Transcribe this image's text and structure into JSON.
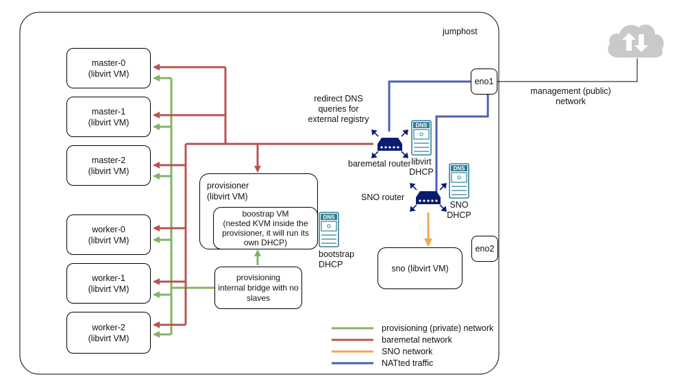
{
  "jumphost": {
    "label": "jumphost"
  },
  "interfaces": {
    "eno1": "eno1",
    "eno2": "eno2"
  },
  "cloud": {
    "label_line1": "management (public)",
    "label_line2": "network"
  },
  "vms": [
    {
      "line1": "master-0",
      "line2": "(libvirt VM)"
    },
    {
      "line1": "master-1",
      "line2": "(libvirt VM)"
    },
    {
      "line1": "master-2",
      "line2": "(libvirt VM)"
    },
    {
      "line1": "worker-0",
      "line2": "(libvirt VM)"
    },
    {
      "line1": "worker-1",
      "line2": "(libvirt VM)"
    },
    {
      "line1": "worker-2",
      "line2": "(libvirt VM)"
    }
  ],
  "provisioner": {
    "line1": "provisioner",
    "line2": "(libvirt VM)"
  },
  "bootstrap": {
    "line1": "boostrap VM",
    "line2": "(nested KVM inside the",
    "line3": "provisioner, it will run its",
    "line4": "own DHCP)"
  },
  "bridge": {
    "line1": "provisioning",
    "line2": "internal bridge with no",
    "line3": "slaves"
  },
  "sno_vm": {
    "label": "sno (libvirt VM)"
  },
  "routers": {
    "baremetal": "baremetal router",
    "sno": "SNO router"
  },
  "dns_servers": [
    {
      "icon_label": "DNS",
      "line1": "libvirt",
      "line2": "DHCP"
    },
    {
      "icon_label": "DNS",
      "line1": "SNO",
      "line2": "DHCP"
    },
    {
      "icon_label": "DNS",
      "line1": "bootstrap",
      "line2": "DHCP"
    }
  ],
  "annotation": {
    "line1": "redirect DNS",
    "line2": "queries for",
    "line3": "external registry"
  },
  "legend": [
    {
      "label": "provisioning (private) network",
      "color": "#82b366"
    },
    {
      "label": "baremetal network",
      "color": "#b85450"
    },
    {
      "label": "SNO network",
      "color": "#f5a550"
    },
    {
      "label": "NATted traffic",
      "color": "#4a5fb5"
    }
  ],
  "colors": {
    "green": "#82b366",
    "red": "#b85450",
    "orange": "#f5a550",
    "blue": "#4a5fb5",
    "router": "#0b1c70",
    "dns": "#2f7f93"
  }
}
